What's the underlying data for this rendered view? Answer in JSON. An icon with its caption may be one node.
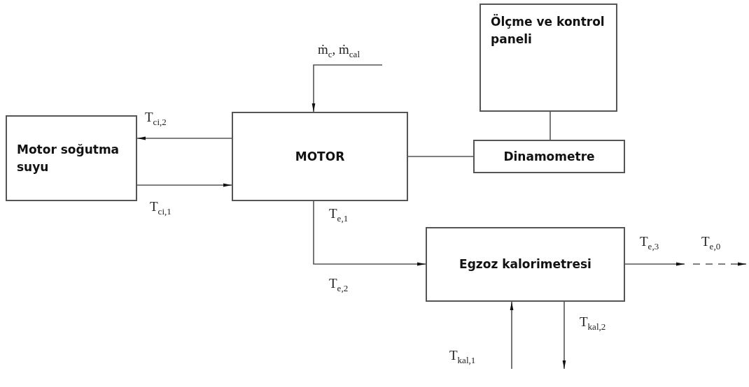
{
  "diagram": {
    "nodes": [
      {
        "text": [
          "Ölçme ve kontrol paneli"
        ]
      },
      {
        "text": [
          "Motor soğutma suyu"
        ]
      },
      {
        "text": [
          "MOTOR"
        ]
      },
      {
        "text": [
          "Dinamometre"
        ]
      },
      {
        "text": [
          "Egzoz kalorimetresi"
        ]
      }
    ],
    "edges": [
      {
        "from": null,
        "to": 2,
        "arrow": "to",
        "label": "ṁ$_{c}$, ṁ$_{cal}$"
      },
      {
        "from": 2,
        "to": 1,
        "arrow": "to",
        "label": "T$_{ci,2}$"
      },
      {
        "from": 1,
        "to": 2,
        "arrow": "to",
        "label": "T$_{ci,1}$"
      },
      {
        "from": 2,
        "to": 3,
        "arrow": "none"
      },
      {
        "from": 0,
        "to": 3,
        "arrow": "none"
      },
      {
        "from": 2,
        "to": 4,
        "arrow": "to",
        "label": "T$_{e,2}$"
      },
      {
        "from": 4,
        "to": null,
        "arrow": "to",
        "label": "T$_{e,3}$"
      },
      {
        "from": null,
        "to": 4,
        "arrow": "to",
        "label": "T$_{kal,1}$"
      },
      {
        "from": 4,
        "to": null,
        "arrow": "to",
        "label": "T$_{kal,2}$"
      }
    ],
    "labels": [
      "T$_{e,1}$",
      "T$_{e,0}$"
    ]
  }
}
